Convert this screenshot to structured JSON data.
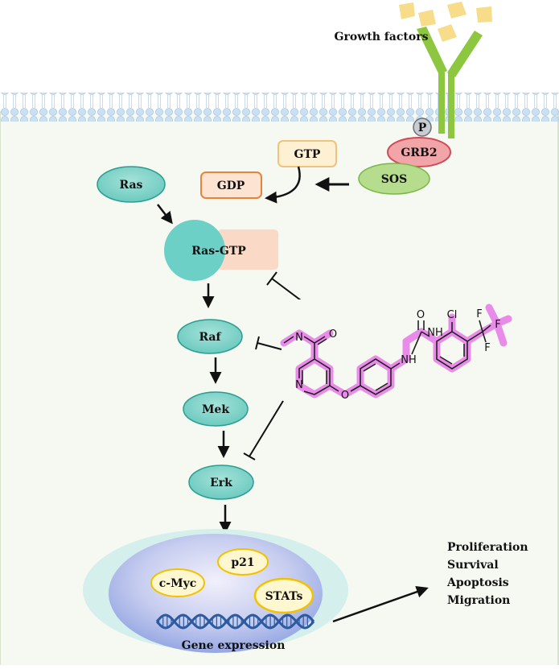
{
  "labels": {
    "growth_factors": "Growth factors",
    "phospho": "P",
    "grb2": "GRB2",
    "sos": "SOS",
    "gtp": "GTP",
    "gdp": "GDP",
    "ras": "Ras",
    "ras_gtp": "Ras-GTP",
    "raf": "Raf",
    "mek": "Mek",
    "erk": "Erk",
    "p21": "p21",
    "cmyc": "c-Myc",
    "stats": "STATs",
    "gene_expression": "Gene expression"
  },
  "outcomes": [
    "Proliferation",
    "Survival",
    "Apoptosis",
    "Migration"
  ],
  "drug": {
    "atoms": {
      "nh_amide": "N",
      "o_amide": "O",
      "n_pyridine": "N",
      "o_ether": "O",
      "nh_urea_left": "NH",
      "o_urea": "O",
      "nh_urea_right": "NH",
      "cl": "Cl",
      "f1": "F",
      "f2": "F",
      "f3": "F"
    },
    "highlight_color": "#e98be9"
  },
  "colors": {
    "cytoplasm": "#f6f9f1",
    "membrane": "#cfe3f2",
    "receptor": "#8dc63f",
    "node_teal": "#7fd3c9",
    "node_teal_stroke": "#2a9d8f",
    "ras_gtp_circle": "#6cd0c7",
    "ras_gtp_box": "#fbd9c7",
    "gtp_fill": "#fdf0d3",
    "gtp_stroke": "#f0c27a",
    "gdp_fill": "#fde3d2",
    "gdp_stroke": "#e8833a",
    "grb2_fill": "#f2a5a8",
    "grb2_stroke": "#d24a55",
    "sos_fill": "#b6dc8d",
    "sos_stroke": "#7ab648",
    "ligand": "#f7dc8a",
    "tf_fill": "#fef7cf",
    "tf_stroke": "#f2c200",
    "nucleus_outer": "#d5efec",
    "nucleus_inner": "#b9c5ef",
    "dna": "#2c5aa0"
  }
}
